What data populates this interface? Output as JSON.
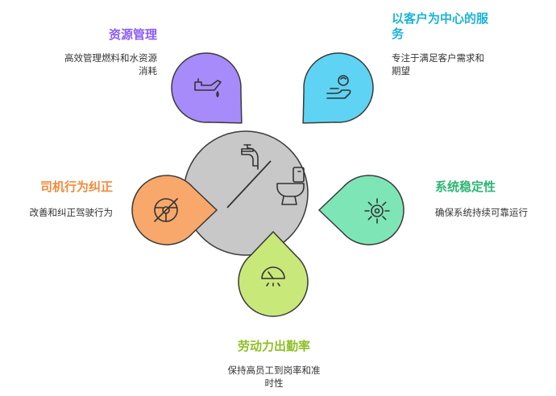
{
  "center": {
    "circle_color": "#c8c8c8",
    "icons": [
      "faucet-icon",
      "toilet-icon"
    ]
  },
  "petals": [
    {
      "id": "resource",
      "title": "资源管理",
      "desc": [
        "高效管理燃料和水资源",
        "消耗"
      ],
      "color": "#a78bfa",
      "icon": "oil-can-icon"
    },
    {
      "id": "customer",
      "title": [
        "以客户为中心的服",
        "务"
      ],
      "desc": [
        "专注于满足客户需求和",
        "期望"
      ],
      "color": "#5ed3f3",
      "icon": "hand-service-icon"
    },
    {
      "id": "stability",
      "title": "系统稳定性",
      "desc": [
        "确保系统持续可靠运行"
      ],
      "color": "#7ee6b6",
      "icon": "gear-icon"
    },
    {
      "id": "attendance",
      "title": "劳动力出勤率",
      "desc": [
        "保持高员工到岗率和准",
        "时性"
      ],
      "color": "#c9e87a",
      "icon": "clock-icon"
    },
    {
      "id": "driver",
      "title": "司机行为纠正",
      "desc": [
        "改善和纠正驾驶行为"
      ],
      "color": "#f7a86a",
      "icon": "no-steering-wheel-icon"
    }
  ],
  "title_colors": {
    "resource": "#8b5cf6",
    "customer": "#1ab3d6",
    "stability": "#2bb673",
    "attendance": "#8fbf26",
    "driver": "#f08a3c"
  }
}
